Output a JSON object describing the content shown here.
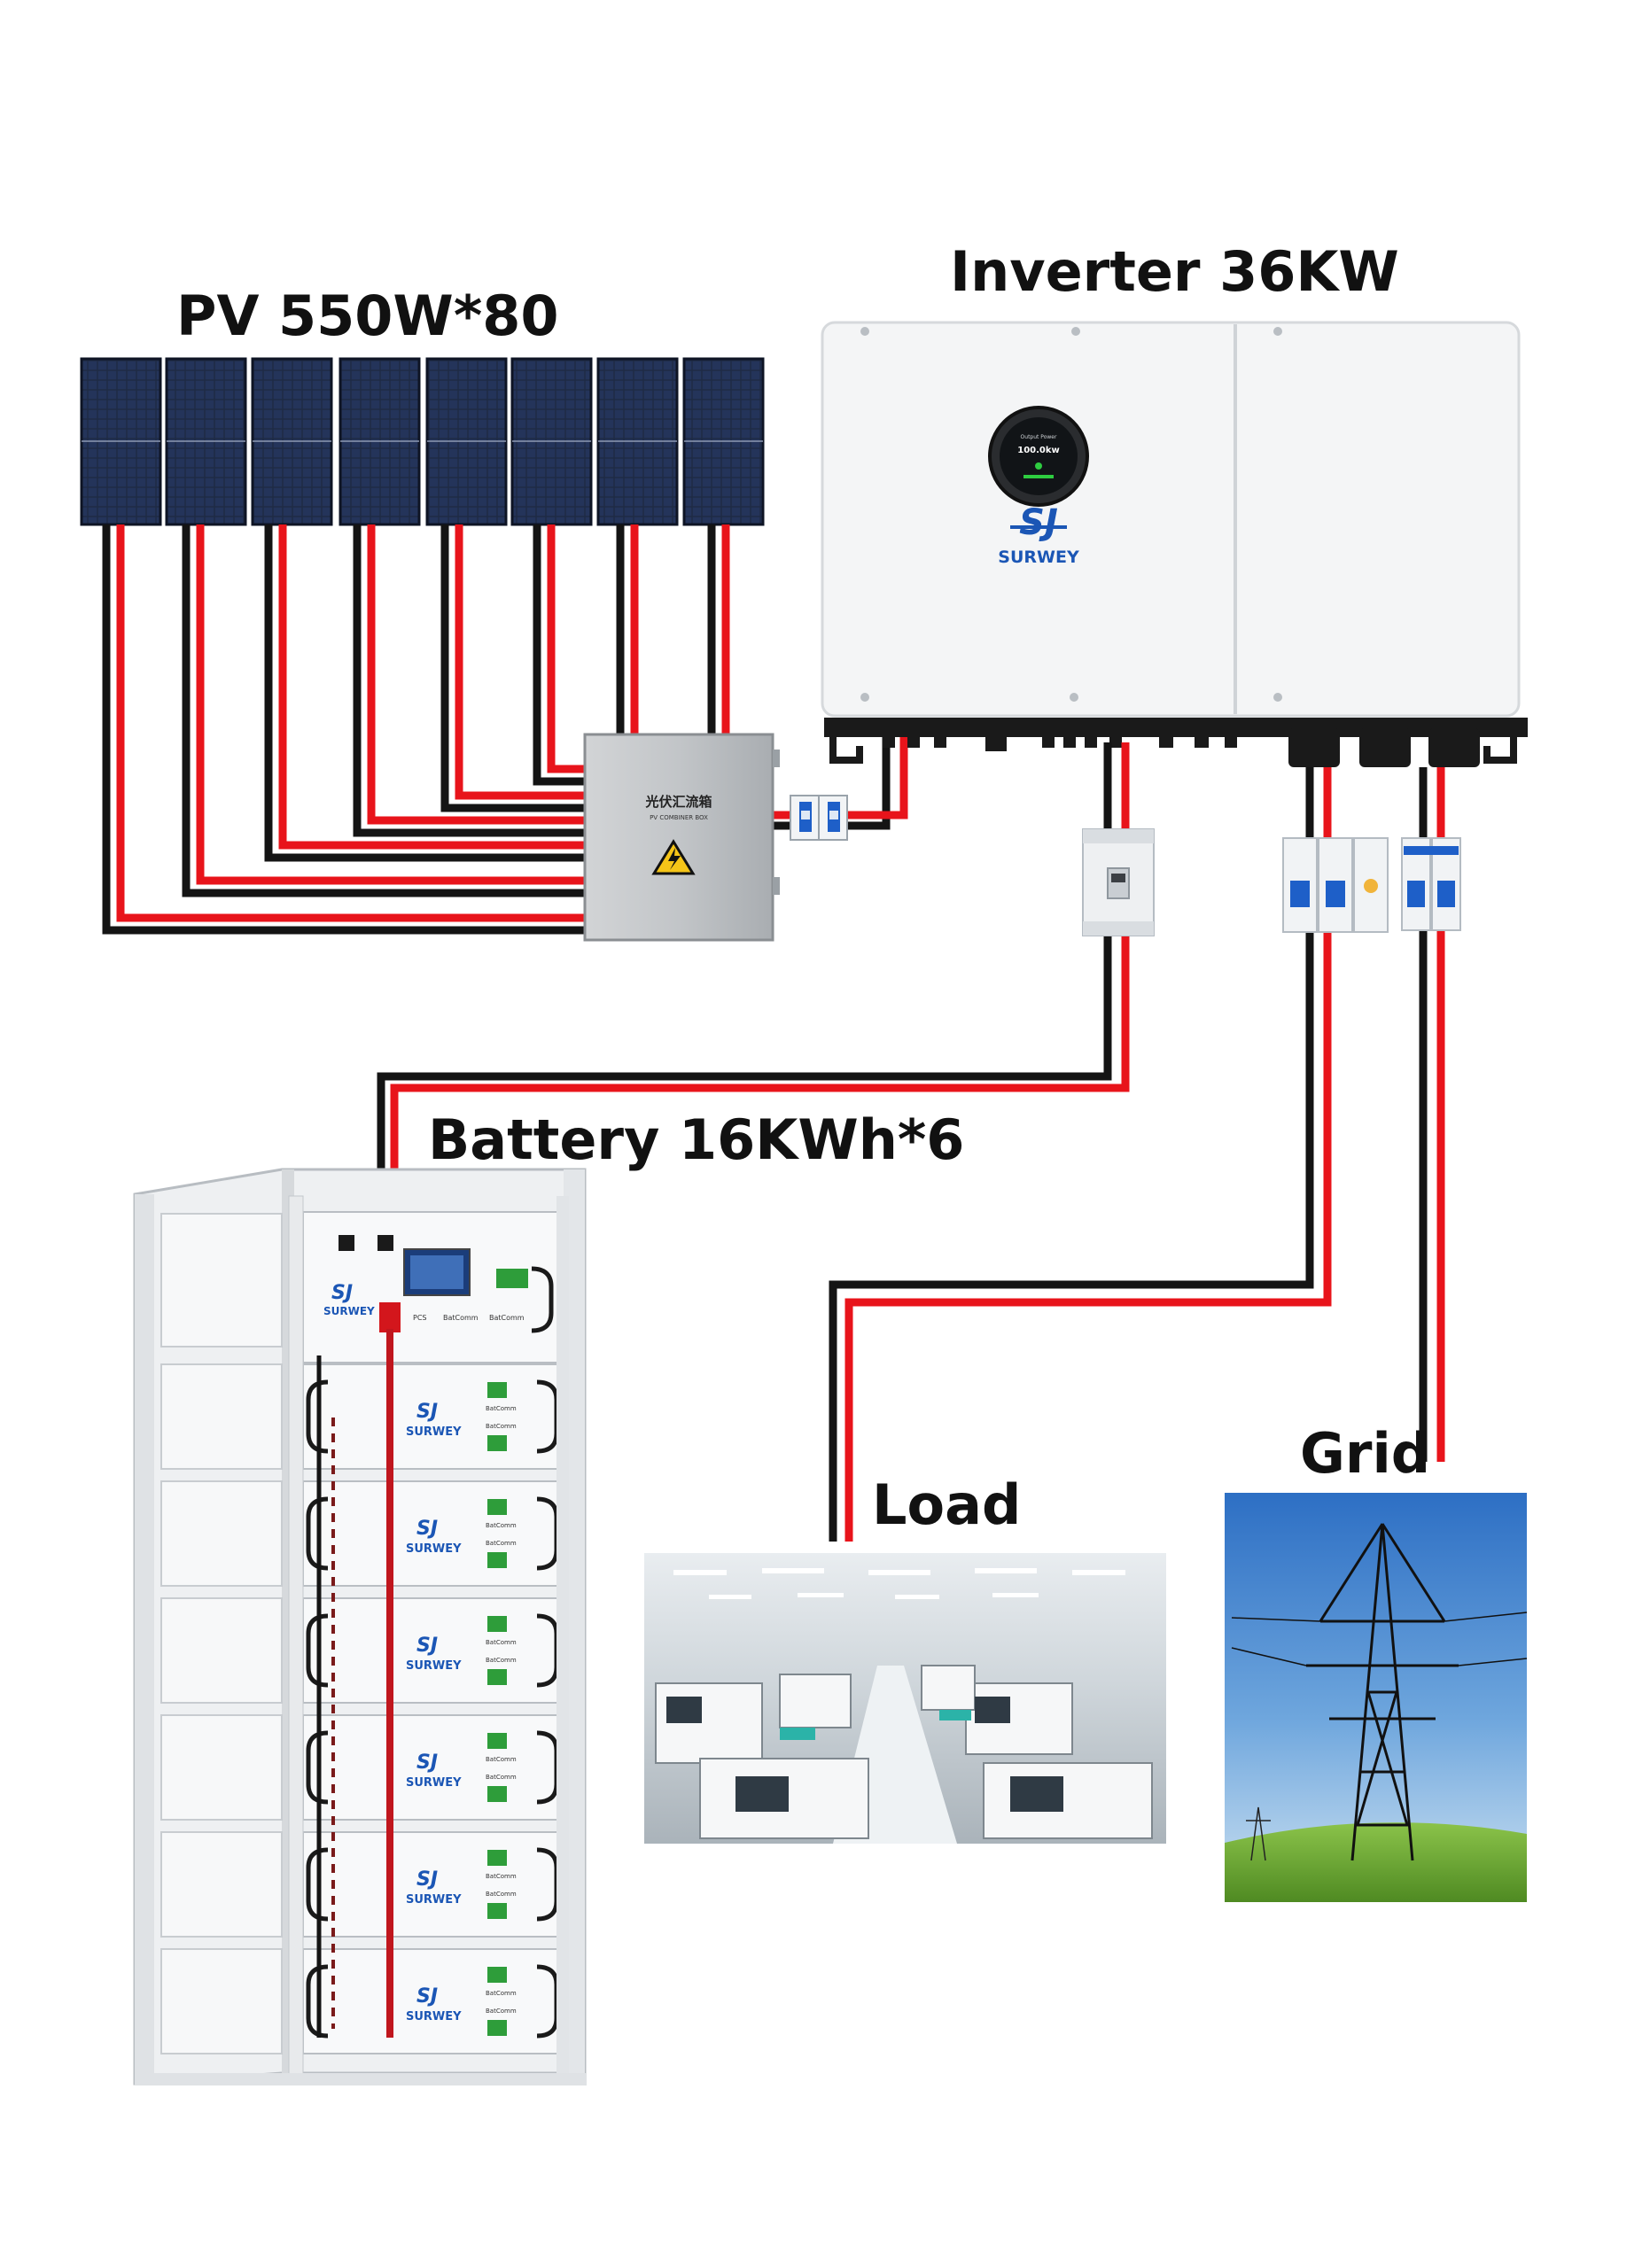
{
  "labels": {
    "pv": "PV 550W*80",
    "inverter": "Inverter 36KW",
    "battery": "Battery 16KWh*6",
    "load": "Load",
    "grid": "Grid"
  },
  "inverter_display": {
    "header": "Output Power",
    "value": "100.0kw"
  },
  "brand": "SURWEY",
  "combiner_box": {
    "title": "光伏汇流箱",
    "subtitle": "PV COMBINER BOX"
  },
  "battery_master": {
    "ports": [
      "PCS",
      "BatComm",
      "BatComm"
    ]
  },
  "battery_module": {
    "ports": [
      "BatComm",
      "BatComm"
    ]
  },
  "colors": {
    "positive_wire": "#e8141b",
    "negative_wire": "#141414",
    "breaker_blue": "#1e5fc8",
    "brand_blue": "#1b56b5"
  },
  "icons": [
    "warning-icon",
    "surwey-logo-icon",
    "transmission-tower-icon",
    "factory-machine-icon"
  ]
}
